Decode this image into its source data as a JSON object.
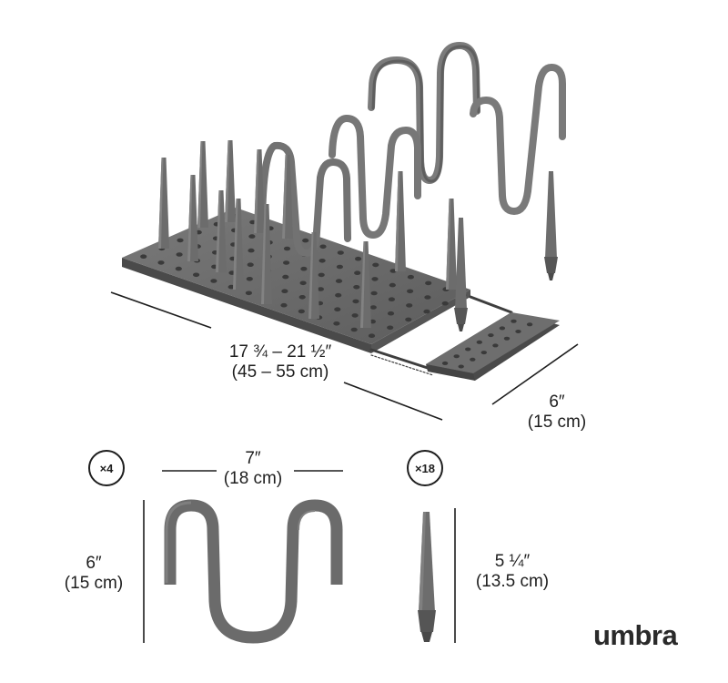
{
  "rack": {
    "length_label": "17 ¾ – 21 ½″",
    "length_metric": "(45 – 55 cm)",
    "depth_label": "6″",
    "depth_metric": "(15 cm)"
  },
  "divider": {
    "quantity": "×4",
    "width_label": "7″",
    "width_metric": "(18 cm)",
    "height_label": "6″",
    "height_metric": "(15 cm)"
  },
  "peg": {
    "quantity": "×18",
    "height_label": "5 ¼″",
    "height_metric": "(13.5 cm)"
  },
  "brand": {
    "name": "umbra"
  },
  "colors": {
    "product": "#6b6b6b",
    "product_dark": "#4e4e4e",
    "product_light": "#7d7d7d",
    "ink": "#1e1e1e"
  }
}
